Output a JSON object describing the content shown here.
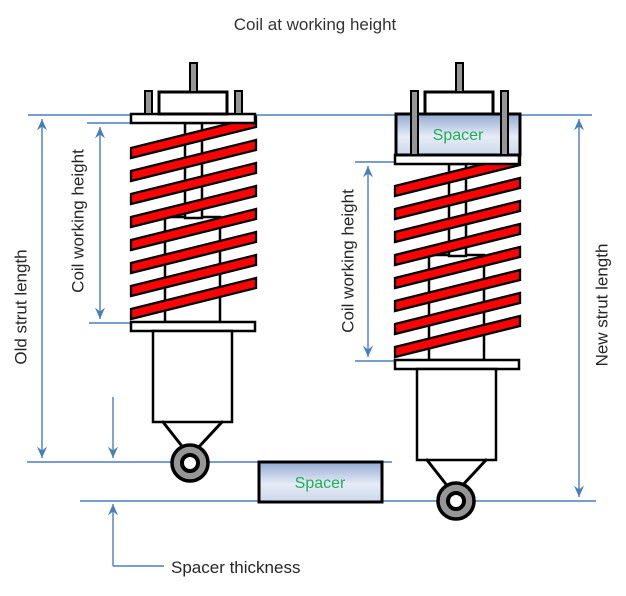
{
  "title": "Coil at working height",
  "dimensions": {
    "old_strut": {
      "label": "Old strut length"
    },
    "new_strut": {
      "label": "New strut length"
    },
    "coil_left": {
      "label": "Coil working height"
    },
    "coil_right": {
      "label": "Coil working height"
    },
    "spacer_thickness": {
      "label": "Spacer thickness"
    }
  },
  "spacers": {
    "installed": {
      "label": "Spacer"
    },
    "loose": {
      "label": "Spacer"
    }
  },
  "colors": {
    "dimension-blue": "#4a7ebb",
    "coil-red": "#fe0000",
    "spacer-green": "#1fae54",
    "metal-gray": "#969696",
    "outline-black": "#000000",
    "text-color": "#262626",
    "spacer-fill-top": "#93aad2",
    "spacer-fill-mid": "#e6ecf7",
    "spacer-fill-bottom": "#ccd7eb"
  }
}
